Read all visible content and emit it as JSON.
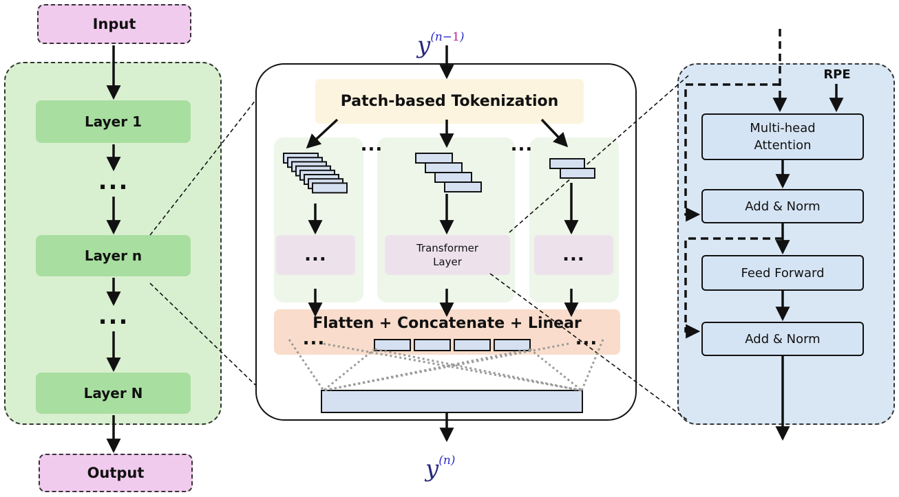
{
  "stack": {
    "input_label": "Input",
    "output_label": "Output",
    "layers": [
      "Layer 1",
      "Layer n",
      "Layer N"
    ],
    "ellipsis": "..."
  },
  "encoder": {
    "input_var": "y",
    "input_sup": "(n−",
    "input_sup_one": "1",
    "input_sup_close": ")",
    "output_var": "y",
    "output_sup": "(n)",
    "tokenization_label": "Patch-based Tokenization",
    "transformer_label": "Transformer Layer",
    "flatten_label": "Flatten + Concatenate + Linear",
    "ellipsis": "..."
  },
  "transformer_block": {
    "rpe_label": "RPE",
    "attention_label": "Multi-head Attention",
    "addnorm_label": "Add & Norm",
    "feedforward_label": "Feed Forward"
  },
  "colors": {
    "io": "#f1cbee",
    "stack_panel": "#d9f0d0",
    "layer": "#a8dea0",
    "tokenization": "#fdf4df",
    "flatten": "#f9dccb",
    "block_panel": "#d9e7f5",
    "token": "#d5e0f1"
  }
}
